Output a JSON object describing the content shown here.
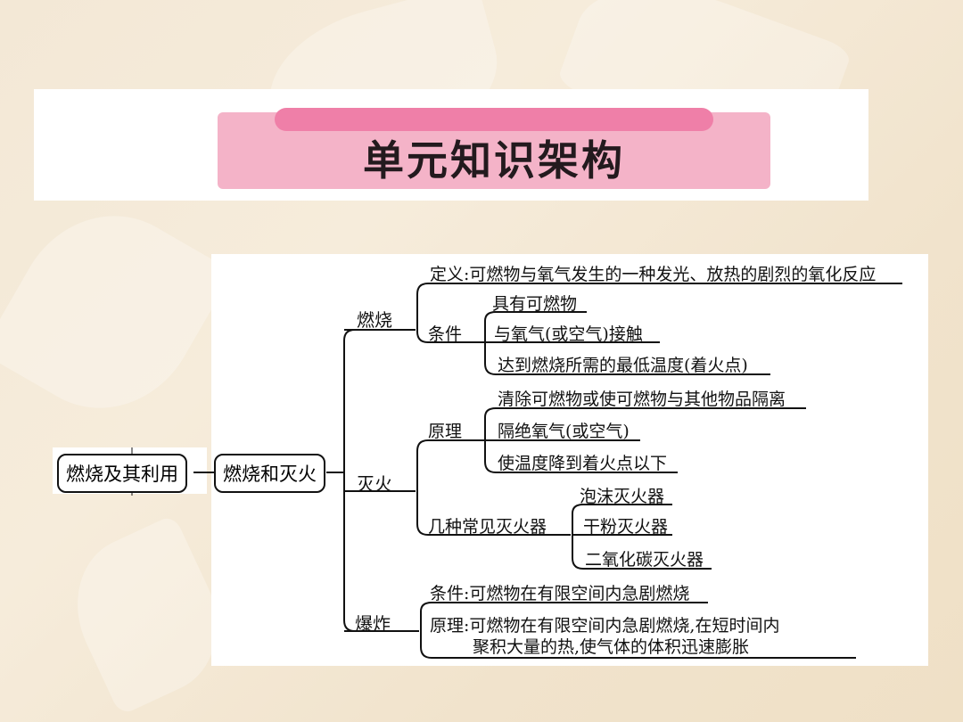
{
  "title": "单元知识架构",
  "root": "燃烧及其利用",
  "topic": "燃烧和灭火",
  "branches": {
    "burning": {
      "label": "燃烧",
      "definition": "定义:可燃物与氧气发生的一种发光、放热的剧烈的氧化反应",
      "conditions_label": "条件",
      "conditions": [
        "具有可燃物",
        "与氧气(或空气)接触",
        "达到燃烧所需的最低温度(着火点)"
      ]
    },
    "extinguish": {
      "label": "灭火",
      "principle_label": "原理",
      "principles": [
        "清除可燃物或使可燃物与其他物品隔离",
        "隔绝氧气(或空气)",
        "使温度降到着火点以下"
      ],
      "extinguishers_label": "几种常见灭火器",
      "extinguishers": [
        "泡沫灭火器",
        "干粉灭火器",
        "二氧化碳灭火器"
      ]
    },
    "explosion": {
      "label": "爆炸",
      "condition": "条件:可燃物在有限空间内急剧燃烧",
      "principle_line1": "原理:可燃物在有限空间内急剧燃烧,在短时间内",
      "principle_line2": "聚积大量的热,使气体的体积迅速膨胀"
    }
  }
}
